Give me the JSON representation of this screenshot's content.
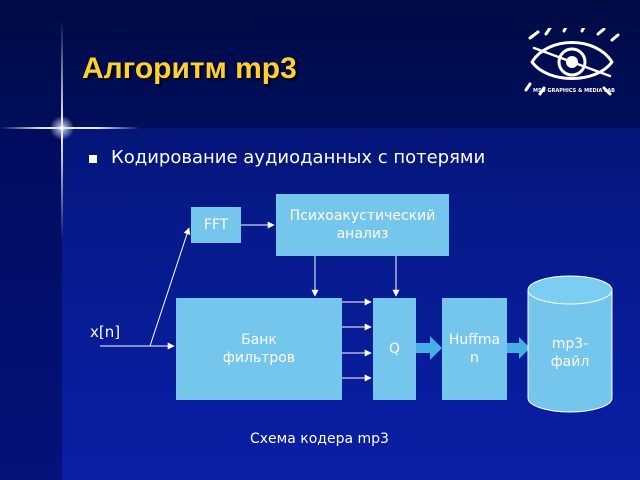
{
  "slide": {
    "title": "Алгоритм mp3",
    "bullet": "Кодирование аудиоданных с потерями",
    "logo_caption": "MSU GRAPHICS & MEDIA LAB"
  },
  "diagram": {
    "input_label": "x[n]",
    "nodes": {
      "fft": "FFT",
      "psycho": "Психоакустический\nанализ",
      "filterbank": "Банк\nфильтров",
      "quantizer": "Q",
      "huffman": "Huffma\nn",
      "output": "mp3-\nфайл"
    },
    "caption": "Схема кодера mp3"
  },
  "colors": {
    "title": "#ffd033",
    "box": "#74c6ec",
    "box_arrow": "#46b0e6",
    "output_face": "#7ccdf2"
  }
}
